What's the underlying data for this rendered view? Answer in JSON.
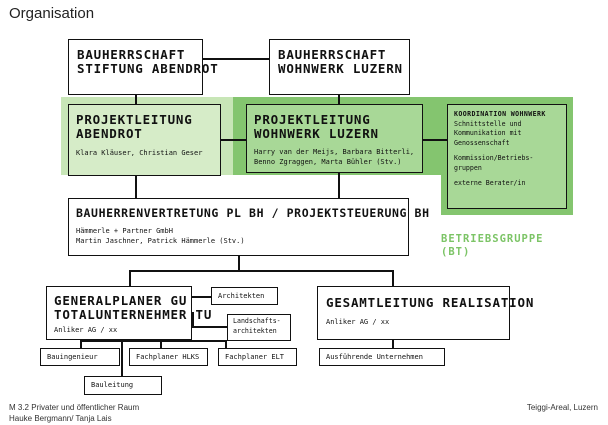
{
  "page_title": "Organisation",
  "nodes": {
    "bh_abendrot": {
      "line1": "BAUHERRSCHAFT",
      "line2": "STIFTUNG ABENDROT"
    },
    "bh_wohnwerk": {
      "line1": "BAUHERRSCHAFT",
      "line2": "WOHNWERK LUZERN"
    },
    "pl_abendrot": {
      "line1": "PROJEKTLEITUNG",
      "line2": "ABENDROT",
      "people": "Klara Kläuser, Christian Geser"
    },
    "pl_wohnwerk": {
      "line1": "PROJEKTLEITUNG",
      "line2": "WOHNWERK LUZERN",
      "people1": "Harry van der Meijs, Barbara Bitterli,",
      "people2": "Benno Zgraggen, Marta Bühler (Stv.)"
    },
    "koordination": {
      "title": "KOORDINATION WOHNWERK",
      "l1": "Schnittstelle und",
      "l2": "Kommunikation mit",
      "l3": "Genossenschaft",
      "l4": "Kommission/Betriebs-",
      "l5": "gruppen",
      "l6": "externe Berater/in"
    },
    "bauherrenvertretung": {
      "title": "BAUHERRENVERTRETUNG PL BH / PROJEKTSTEUERUNG BH",
      "l1": "Hämmerle + Partner GmbH",
      "l2": "Martin Jaschner, Patrick Hämmerle (Stv.)"
    },
    "betriebsgruppe": {
      "line1": "BETRIEBSGRUPPE",
      "line2": "(BT)"
    },
    "generalplaner": {
      "line1": "GENERALPLANER GU",
      "line2": "TOTALUNTERNEHMER TU",
      "company": "Anliker AG / xx"
    },
    "gesamtleitung": {
      "line1": "GESAMTLEITUNG REALISATION",
      "company": "Anliker AG / xx"
    },
    "architekten": "Architekten",
    "landschaftsarchitekten": {
      "l1": "Landschafts-",
      "l2": "architekten"
    },
    "bauingenieur": "Bauingenieur",
    "fachplaner_hlks": "Fachplaner HLKS",
    "fachplaner_elt": "Fachplaner ELT",
    "bauleitung": "Bauleitung",
    "ausfuehrende": "Ausführende Unternehmen"
  },
  "footer": {
    "left1": "M 3.2 Privater und öffentlicher Raum",
    "left2": "Hauke Bergmann/ Tanja Lais",
    "right": "Teiggi-Areal, Luzern"
  },
  "colors": {
    "green_band": "#84c56f",
    "green_light": "#c8e6b7",
    "betriebsgruppe_text": "#7cc466"
  }
}
